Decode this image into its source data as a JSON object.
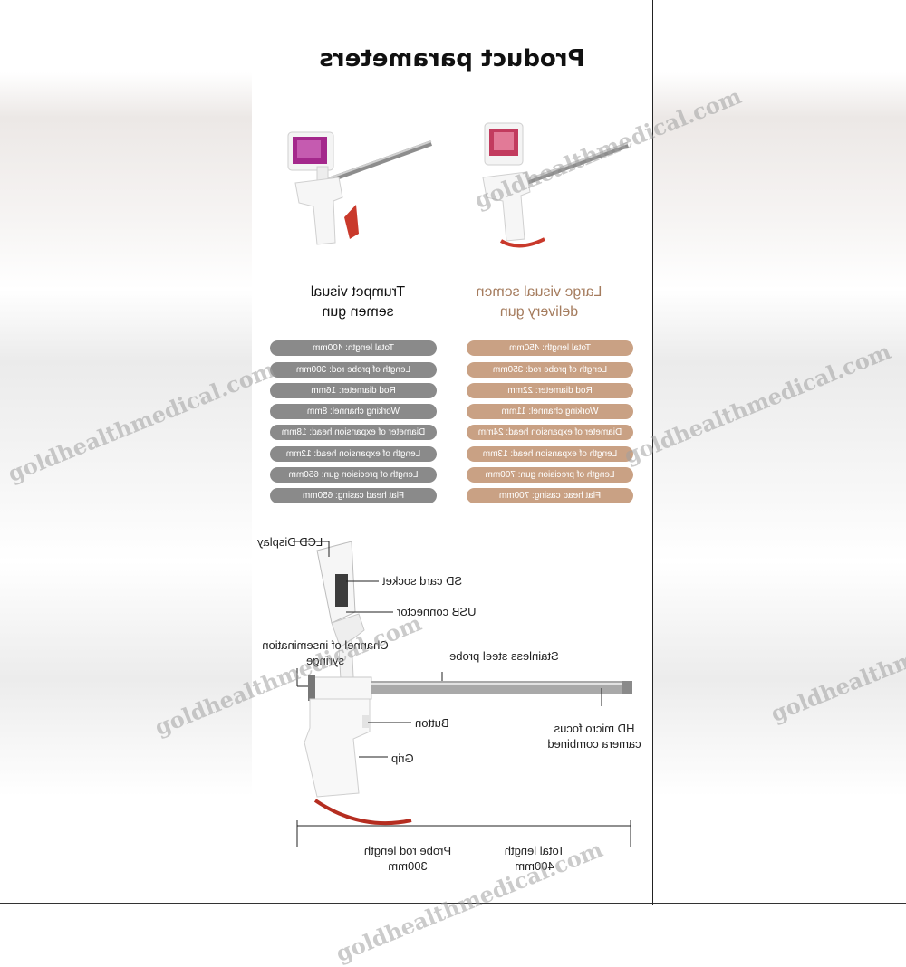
{
  "page": {
    "title": "Product parameters"
  },
  "products": {
    "trumpet": {
      "name_line1": "Trumpet visual",
      "name_line2": "semen gun",
      "specs": [
        "Total length: 400mm",
        "Length of probe rod: 300mm",
        "Rod diameter: 16mm",
        "Working channel: 8mm",
        "Diameter of expansion head: 18mm",
        "Length of expansion head: 12mm",
        "Length of precision gun: 650mm",
        "Flat head casing: 650mm"
      ]
    },
    "large": {
      "name_line1": "Large visual semen",
      "name_line2": "delivery gun",
      "specs": [
        "Total length: 450mm",
        "Length of probe rod: 350mm",
        "Rod diameter: 22mm",
        "Working channel: 11mm",
        "Diameter of expansion head: 24mm",
        "Length of expansion head: 13mm",
        "Length of precision gun: 700mm",
        "Flat head casing: 700mm"
      ]
    }
  },
  "diagram": {
    "lcd_display": "LCD Display",
    "sd_card_socket": "SD card socket",
    "usb_connector": "USB connector",
    "channel_line1": "Channel of insemination",
    "channel_line2": "syringe",
    "stainless_probe": "Stainless steel probe",
    "button": "Button",
    "grip": "Grip",
    "camera_line1": "HD micro focus",
    "camera_line2": "camera combined",
    "total_length_line1": "Total length",
    "total_length_line2": "400mm",
    "probe_length_line1": "Probe rod length",
    "probe_length_line2": "300mm"
  },
  "watermarks": {
    "text": "goldhealthmedical.com"
  },
  "colors": {
    "trumpet_pill": "#8a8a8a",
    "large_pill": "#c9a184",
    "large_name": "#a57c5e"
  }
}
